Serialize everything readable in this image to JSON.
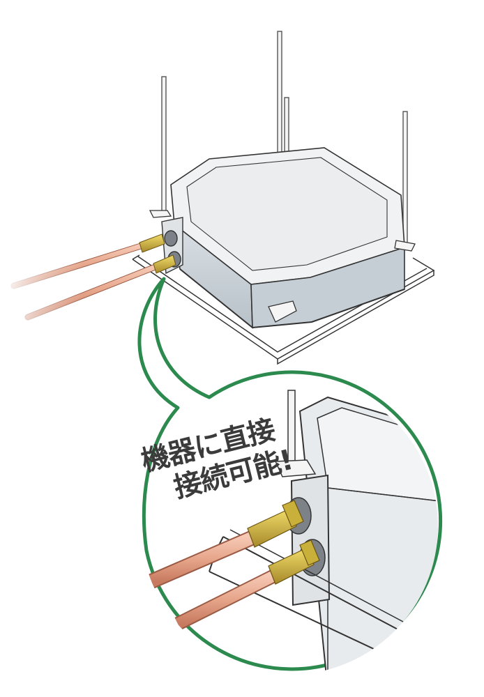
{
  "callout": {
    "line1": "機器に直接",
    "line2": "接続可能!"
  },
  "colors": {
    "bubble_outline": "#2d8a4e",
    "pipe": "#e6a58a",
    "pipe_dark": "#c77a5f",
    "fitting": "#d9c24a",
    "fitting_dark": "#a6892a",
    "unit_body": "#e7ebee",
    "unit_top": "#f2f3f4",
    "unit_side": "#cfd6dc",
    "outline": "#333333"
  },
  "icons": [
    "heat-pump-unit-illustration",
    "refrigerant-pipe-icon",
    "flare-fitting-icon",
    "speech-bubble-icon"
  ]
}
